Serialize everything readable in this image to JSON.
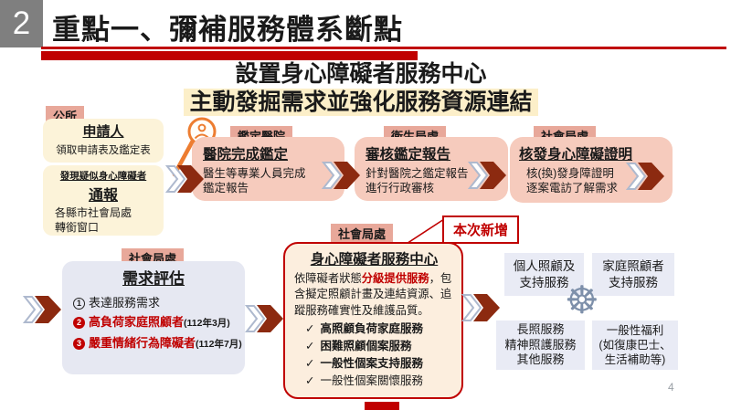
{
  "colors": {
    "accent_red": "#C00000",
    "arrow_red": "#8C2A10",
    "tag_bg": "#E8A89A",
    "cream_box": "#FCF3D9",
    "pink_box": "#F6CBBD",
    "lavender_box": "#E9EBF5",
    "center_box_bg": "#FCEEDE",
    "subtitle_highlight": "#FCEFC9",
    "slide_number_bg": "#7F7F7F",
    "helm_icon_color": "#7E90AA"
  },
  "header": {
    "slide_number": "2",
    "title": "重點一、彌補服務體系斷點"
  },
  "subtitle": {
    "line1": "設置身心障礙者服務中心",
    "line2": "主動發掘需求並強化服務資源連結"
  },
  "flow": {
    "apply": {
      "tag": "公所",
      "title": "申請人",
      "body": "領取申請表及鑑定表"
    },
    "report": {
      "overline": "發現疑似身心障礙者",
      "title": "通報",
      "body": "各縣市社會局處\n轉銜窗口"
    },
    "hospital": {
      "tag": "鑑定醫院",
      "title": "醫院完成鑑定",
      "body": "醫生等專業人員完成\n鑑定報告"
    },
    "review": {
      "tag": "衛生局處",
      "title": "審核鑑定報告",
      "body": "針對醫院之鑑定報告\n進行行政審核"
    },
    "certify": {
      "tag": "社會局處",
      "title": "核發身心障礙證明",
      "body": "核(換)發身障證明\n逐案電訪了解需求"
    },
    "assess": {
      "tag": "社會局處",
      "title": "需求評估",
      "items": [
        {
          "num": "1",
          "text": "表達服務需求",
          "note": ""
        },
        {
          "num": "2",
          "text": "高負荷家庭照顧者",
          "note": "(112年3月)"
        },
        {
          "num": "3",
          "text": "嚴重情緒行為障礙者",
          "note": "(112年7月)"
        }
      ]
    },
    "center": {
      "tag": "社會局處",
      "new_badge": "本次新增",
      "title": "身心障礙者服務中心",
      "desc_pre": "依障礙者狀態",
      "desc_red": "分級提供服務",
      "desc_post": "，包含擬定照顧計畫及連結資源、追蹤服務確實性及維護品質。",
      "check_mark": "✓",
      "checklist": [
        {
          "text": "高照顧負荷家庭服務"
        },
        {
          "text": "困難照顧個案服務"
        },
        {
          "text": "一般性個案支持服務"
        },
        {
          "text": "一般性個案關懷服務"
        }
      ]
    },
    "services": {
      "helm_icon": "☸",
      "boxes": [
        {
          "label": "個人照顧及\n支持服務"
        },
        {
          "label": "家庭照顧者\n支持服務"
        },
        {
          "label": "長照服務\n精神照護服務\n其他服務"
        },
        {
          "label": "一般性福利\n(如復康巴士、\n生活補助等)"
        }
      ]
    }
  },
  "footer": {
    "page_number": "4"
  }
}
